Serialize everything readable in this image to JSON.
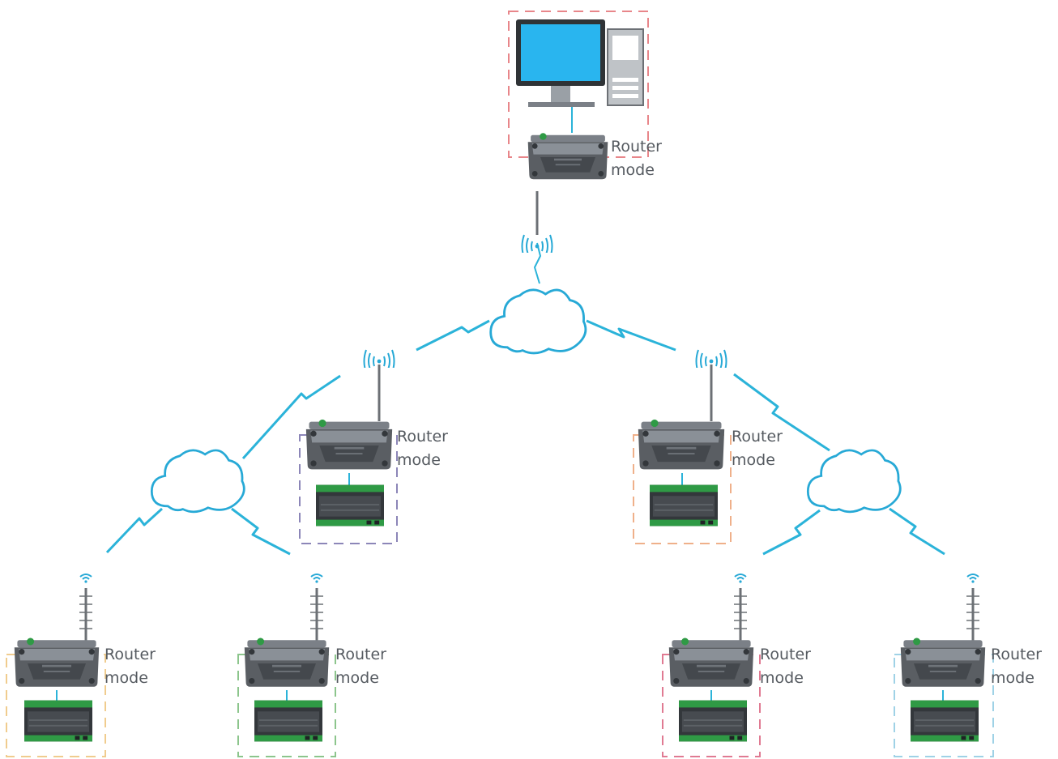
{
  "colors": {
    "link": "#2bb3d9",
    "cloud_stroke": "#27a9d6",
    "wifi": "#27a9d6",
    "router_body": "#5a5e63",
    "router_light": "#9aa0a6",
    "plc_body": "#3c4044",
    "plc_accent": "#2f9a45",
    "monitor_screen": "#29b5ef",
    "label_text": "#555a60"
  },
  "nodes": [
    {
      "id": "central",
      "label_line1": "Router",
      "label_line2": "mode",
      "frame_color": "#e8868a",
      "device": "computer"
    },
    {
      "id": "mid-left",
      "label_line1": "Router",
      "label_line2": "mode",
      "frame_color": "#8c86b8",
      "device": "plc"
    },
    {
      "id": "mid-right",
      "label_line1": "Router",
      "label_line2": "mode",
      "frame_color": "#efb08a",
      "device": "plc"
    },
    {
      "id": "leaf-1",
      "label_line1": "Router",
      "label_line2": "mode",
      "frame_color": "#f0cc8e",
      "device": "plc"
    },
    {
      "id": "leaf-2",
      "label_line1": "Router",
      "label_line2": "mode",
      "frame_color": "#8cc58c",
      "device": "plc"
    },
    {
      "id": "leaf-3",
      "label_line1": "Router",
      "label_line2": "mode",
      "frame_color": "#e07a92",
      "device": "plc"
    },
    {
      "id": "leaf-4",
      "label_line1": "Router",
      "label_line2": "mode",
      "frame_color": "#9fd2e6",
      "device": "plc"
    }
  ],
  "icons": {
    "cloud": "cloud-icon",
    "wifi": "wifi-icon",
    "router": "router-icon",
    "plc": "plc-icon",
    "computer": "computer-icon"
  }
}
